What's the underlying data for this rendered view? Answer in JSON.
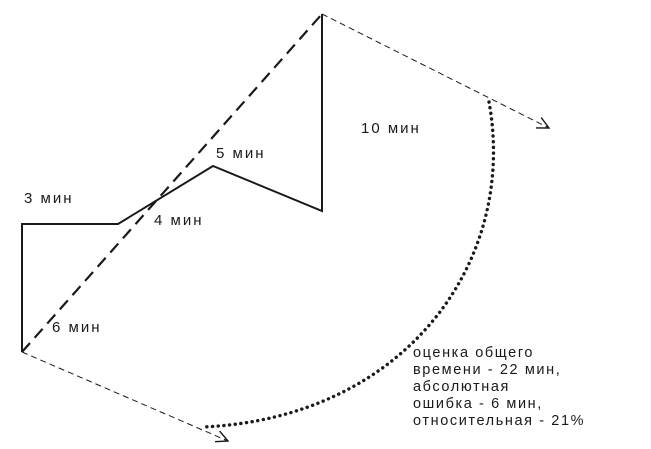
{
  "diagram": {
    "segment_labels": {
      "seg_3": "3 мин",
      "seg_4": "4 мин",
      "seg_5": "5 мин",
      "seg_6": "6 мин",
      "seg_10": "10 мин"
    },
    "summary_lines": [
      "оценка общего",
      "времени - 22 мин,",
      "абсолютная",
      "ошибка - 6 мин,",
      "относительная - 21%"
    ],
    "colors": {
      "stroke": "#1a1a1a",
      "background": "#ffffff"
    }
  }
}
